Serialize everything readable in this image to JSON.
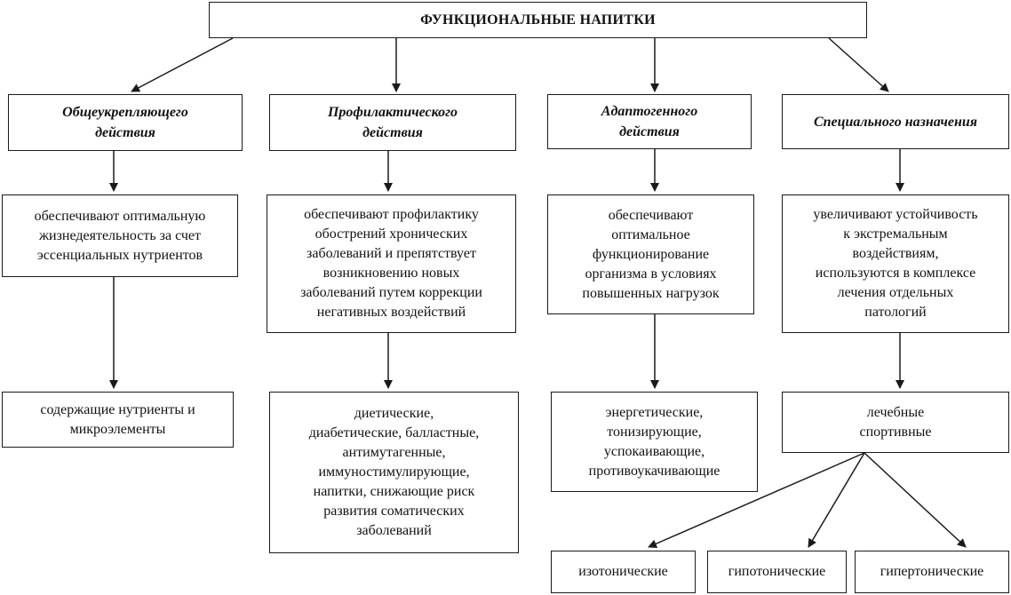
{
  "diagram": {
    "title": "ФУНКЦИОНАЛЬНЫЕ НАПИТКИ",
    "categories": [
      {
        "label": "Общеукрепляющего\nдействия",
        "description": "обеспечивают оптимальную\nжизнедеятельность за счет\nэссенциальных нутриентов",
        "types": "содержащие нутриенты и\nмикроэлементы"
      },
      {
        "label": "Профилактического\nдействия",
        "description": "обеспечивают профилактику\nобострений хронических\nзаболеваний и препятствует\nвозникновению новых\nзаболеваний путем коррекции\nнегативных воздействий",
        "types": "диетические,\nдиабетические, балластные,\nантимутагенные,\nиммуностимулирующие,\nнапитки, снижающие риск\nразвития соматических\nзаболеваний"
      },
      {
        "label": "Адаптогенного\nдействия",
        "description": "обеспечивают\nоптимальное\nфункционирование\nорганизма в условиях\nповышенных нагрузок",
        "types": "энергетические,\nтонизирующие,\nуспокаивающие,\nпротивоукачивающие"
      },
      {
        "label": "Специального назначения",
        "description": "увеличивают устойчивость\nк экстремальным\nвоздействиям,\nиспользуются в комплексе\nлечения отдельных\nпатологий",
        "types": "лечебные\nспортивные",
        "subtypes": [
          "изотонические",
          "гипотонические",
          "гипертонические"
        ]
      }
    ]
  }
}
